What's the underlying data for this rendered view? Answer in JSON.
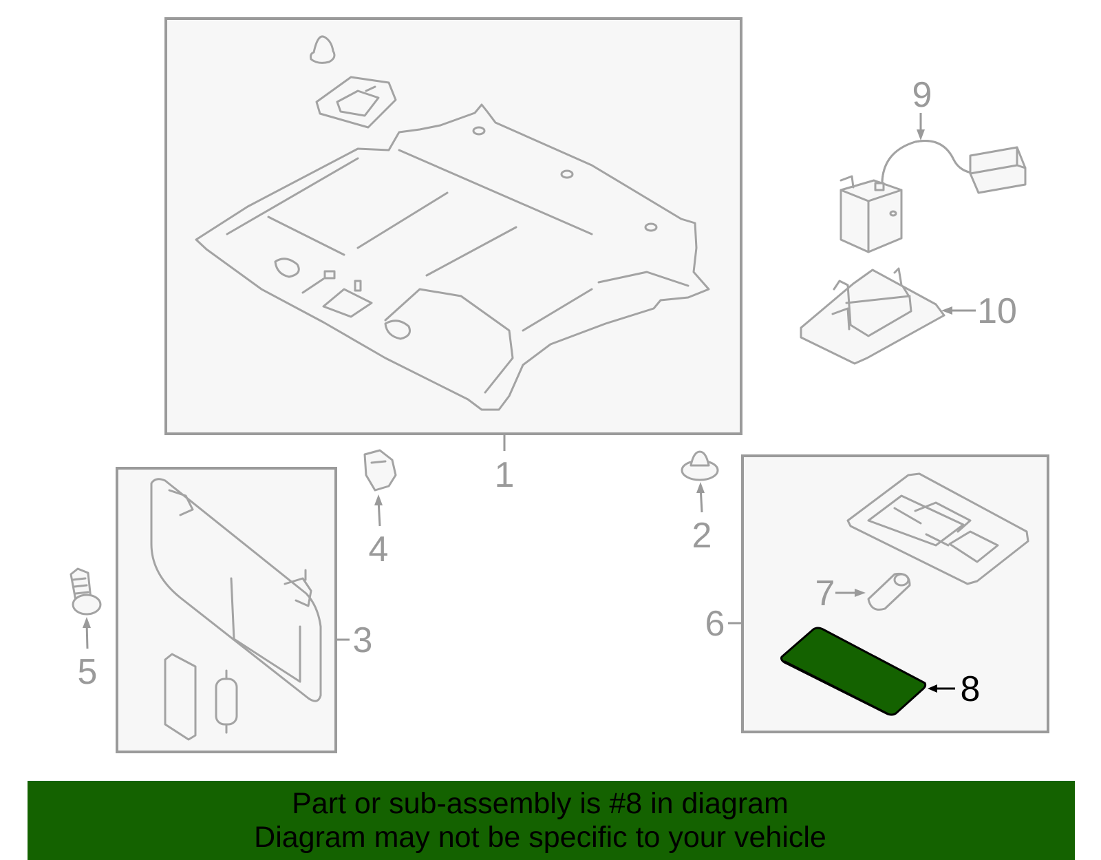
{
  "callouts": {
    "c1": "1",
    "c2": "2",
    "c3": "3",
    "c4": "4",
    "c5": "5",
    "c6": "6",
    "c7": "7",
    "c8": "8",
    "c9": "9",
    "c10": "10"
  },
  "highlighted_part": "8",
  "banner": {
    "line1": "Part or sub-assembly is #8 in diagram",
    "line2": "Diagram may not be specific to your vehicle"
  },
  "colors": {
    "highlight_fill": "#146200",
    "banner_background": "#146200",
    "line_gray": "#9a9a9a"
  }
}
